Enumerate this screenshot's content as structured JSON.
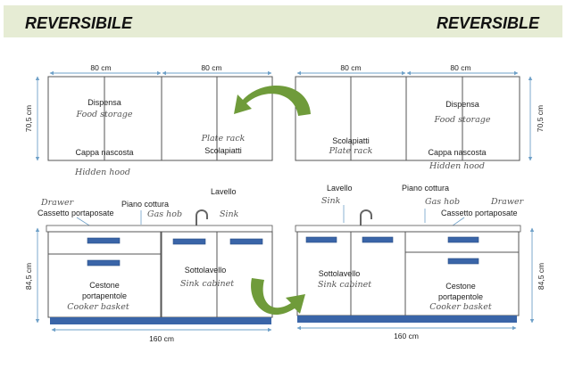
{
  "header": {
    "left_title": "REVERSIBILE",
    "right_title": "REVERSIBLE",
    "band_color": "#e6ecd4"
  },
  "left": {
    "top_width_a": "80 cm",
    "top_width_b": "80 cm",
    "top_height": "70,5 cm",
    "dispensa": "Dispensa",
    "food_storage": "Food storage",
    "cappa": "Cappa nascosta",
    "hidden_hood": "Hidden hood",
    "plate_rack": "Plate rack",
    "scolapiatti": "Scolapiatti",
    "drawer": "Drawer",
    "cassetto": "Cassetto portaposate",
    "piano": "Piano cottura",
    "gas_hob": "Gas hob",
    "lavello": "Lavello",
    "sink": "Sink",
    "cestone": "Cestone",
    "portapentole": "portapentole",
    "cooker_basket": "Cooker basket",
    "sottolavello": "Sottolavello",
    "sink_cabinet": "Sink cabinet",
    "bottom_height": "84,5 cm",
    "bottom_width": "160 cm"
  },
  "right": {
    "top_width_a": "80 cm",
    "top_width_b": "80 cm",
    "top_height": "70,5 cm",
    "scolapiatti": "Scolapiatti",
    "plate_rack": "Plate rack",
    "dispensa": "Dispensa",
    "food_storage": "Food storage",
    "cappa": "Cappa nascosta",
    "hidden_hood": "Hidden hood",
    "lavello": "Lavello",
    "sink": "Sink",
    "piano": "Piano cottura",
    "gas_hob": "Gas hob",
    "drawer": "Drawer",
    "cassetto": "Cassetto portaposate",
    "sottolavello": "Sottolavello",
    "sink_cabinet": "Sink cabinet",
    "cestone": "Cestone",
    "portapentole": "portapentole",
    "cooker_basket": "Cooker basket",
    "bottom_height": "84,5 cm",
    "bottom_width": "160 cm"
  },
  "colors": {
    "arrow_green": "#6f9b3a",
    "dimension_blue": "#6ea0c8",
    "handle_blue": "#3a65a8"
  }
}
